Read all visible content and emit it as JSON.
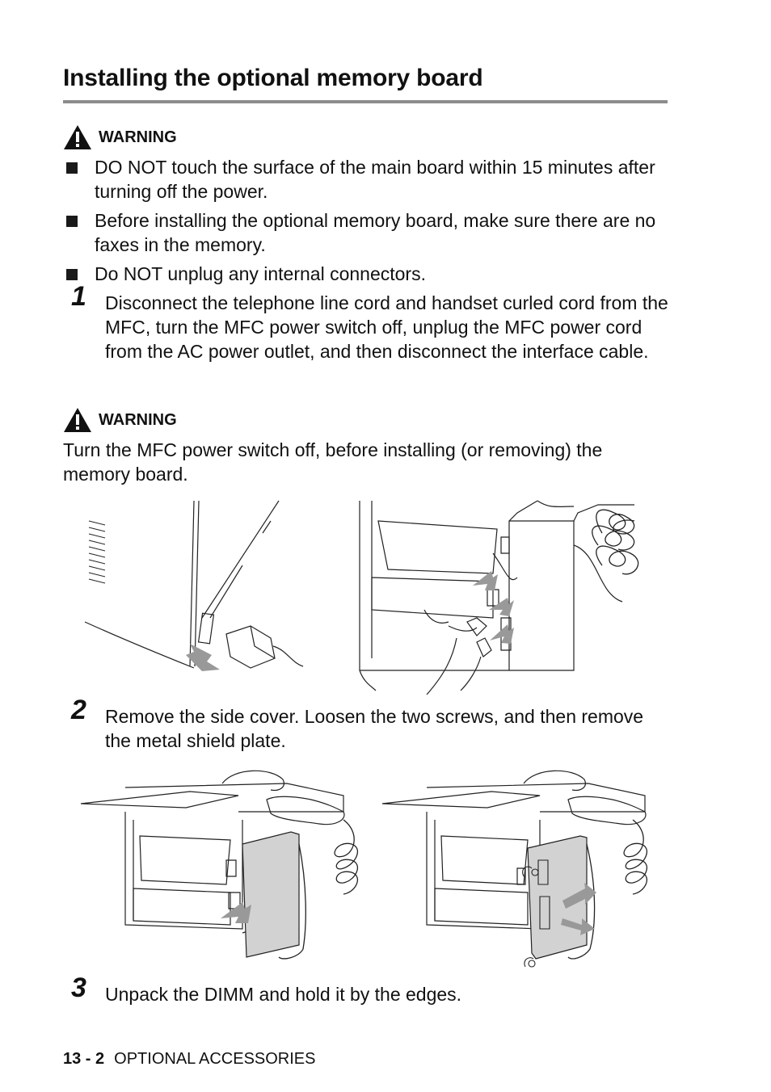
{
  "title": "Installing the optional memory board",
  "warning1": {
    "label": "WARNING",
    "bullets": [
      "DO NOT touch the surface of the main board within 15 minutes after turning off the power.",
      "Before installing the optional memory board, make sure there are no faxes in the memory.",
      "Do NOT unplug any internal connectors."
    ]
  },
  "steps": [
    {
      "number": "1",
      "text": "Disconnect the telephone line cord and handset curled cord from the MFC, turn the MFC power switch off, unplug the MFC power cord from the AC power outlet, and then disconnect the interface cable."
    },
    {
      "number": "2",
      "text": "Remove the side cover. Loosen the two screws, and then remove the metal shield plate."
    },
    {
      "number": "3",
      "text": "Unpack the DIMM and hold it by the edges."
    }
  ],
  "warning2": {
    "label": "WARNING",
    "text": "Turn the MFC power switch off, before installing (or removing) the memory board."
  },
  "footer": {
    "page": "13 - 2",
    "section": "OPTIONAL ACCESSORIES"
  }
}
